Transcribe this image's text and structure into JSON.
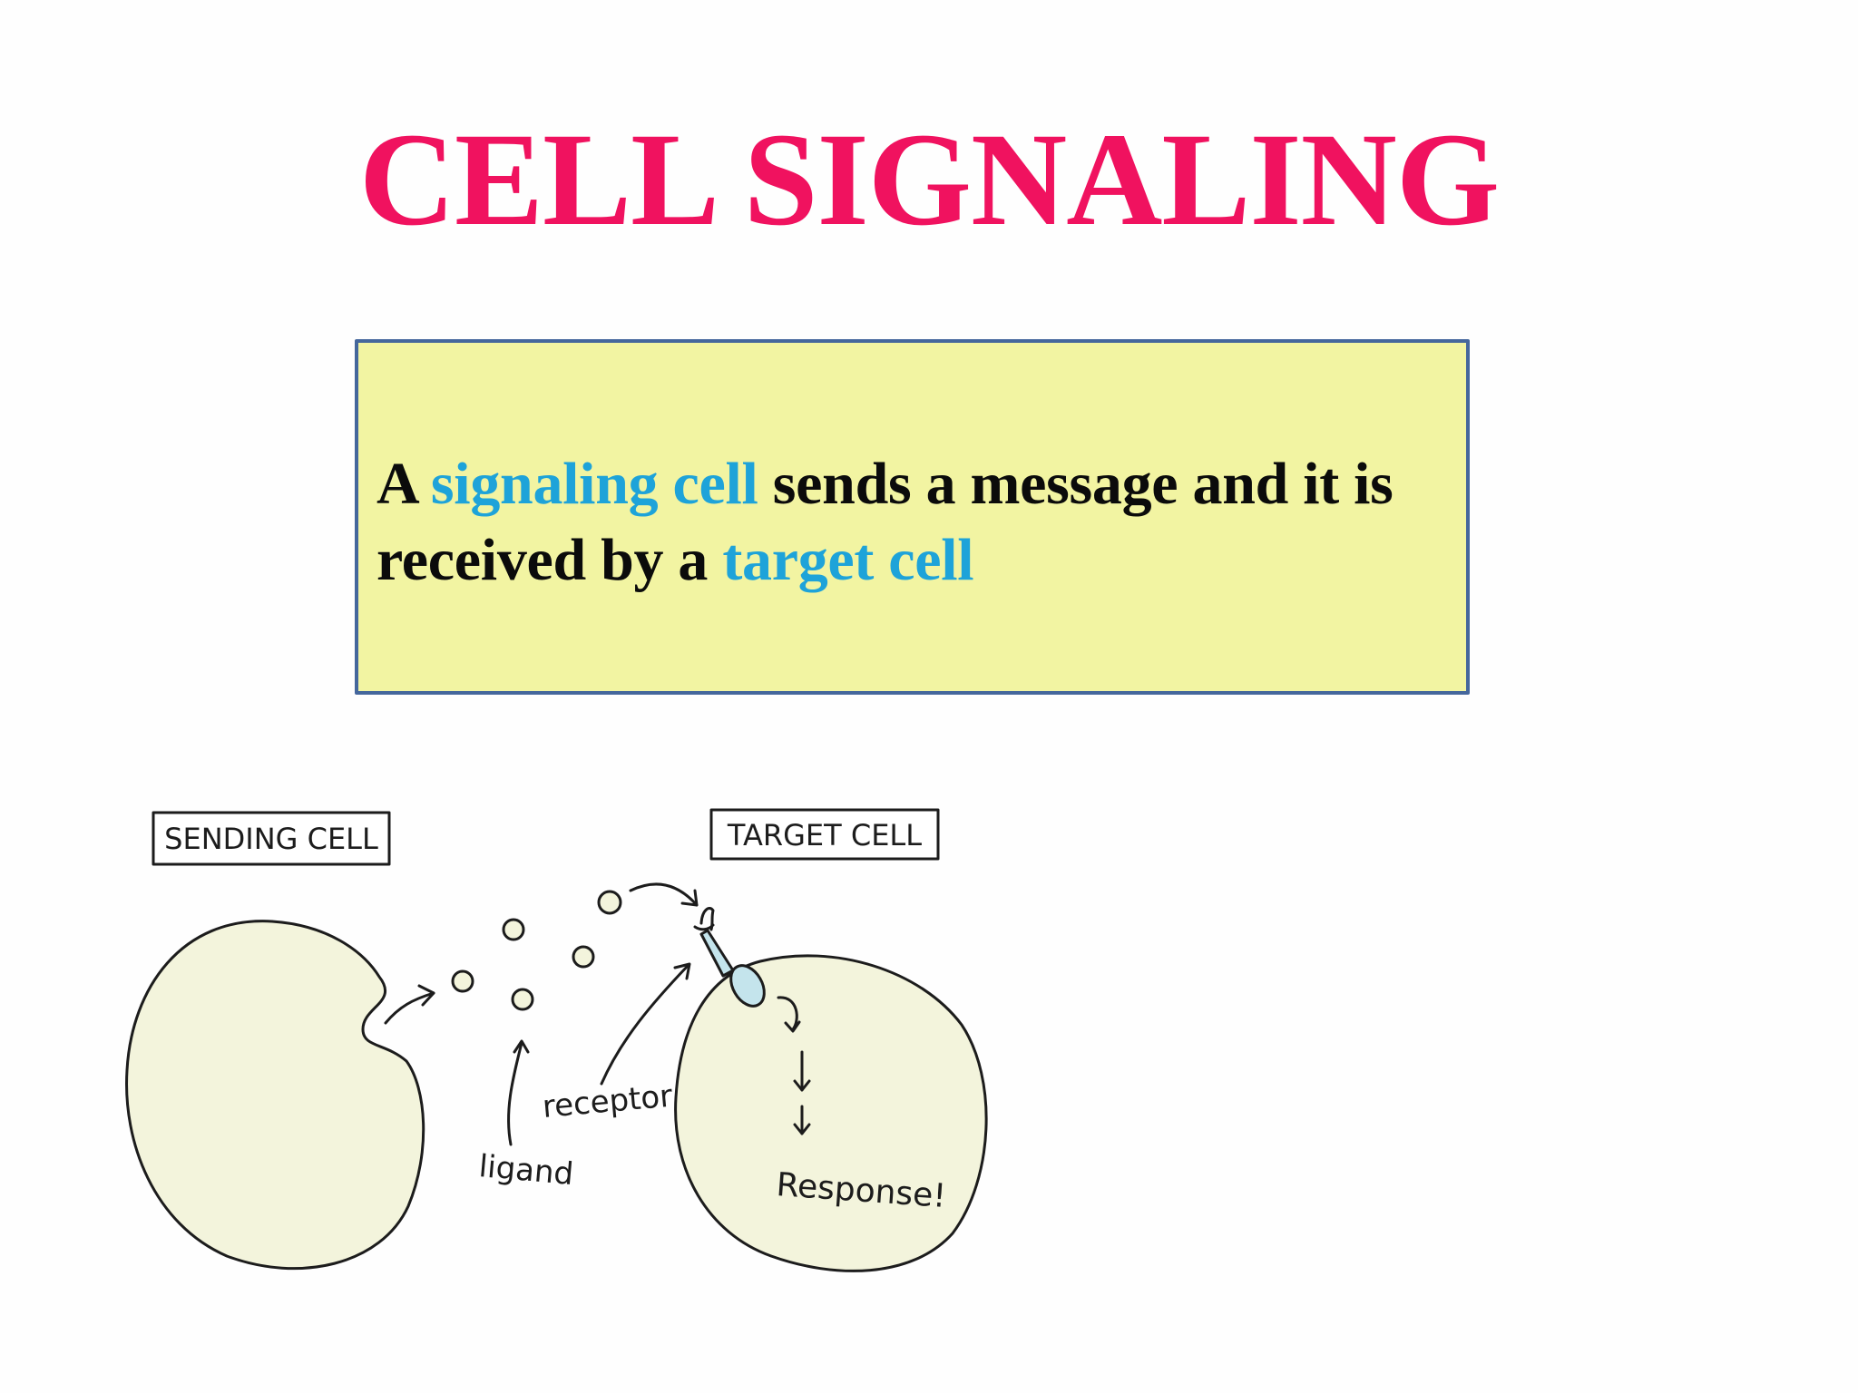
{
  "slide": {
    "title": "CELL SIGNALING",
    "definition": {
      "part1": "A ",
      "highlight1": "signaling cell",
      "part2": " sends a message and it is received by a ",
      "highlight2": "target cell"
    }
  },
  "diagram": {
    "sending_cell_label": "SENDING CELL",
    "target_cell_label": "TARGET CELL",
    "ligand_label": "ligand",
    "receptor_label": "receptor",
    "response_label": "Response!"
  },
  "colors": {
    "title": "#f0125f",
    "highlight": "#1ea3d9",
    "box_fill": "#f2f4a2",
    "box_border": "#45679c",
    "cell_fill": "#f3f4dc",
    "receptor_fill": "#c4e4ec"
  }
}
